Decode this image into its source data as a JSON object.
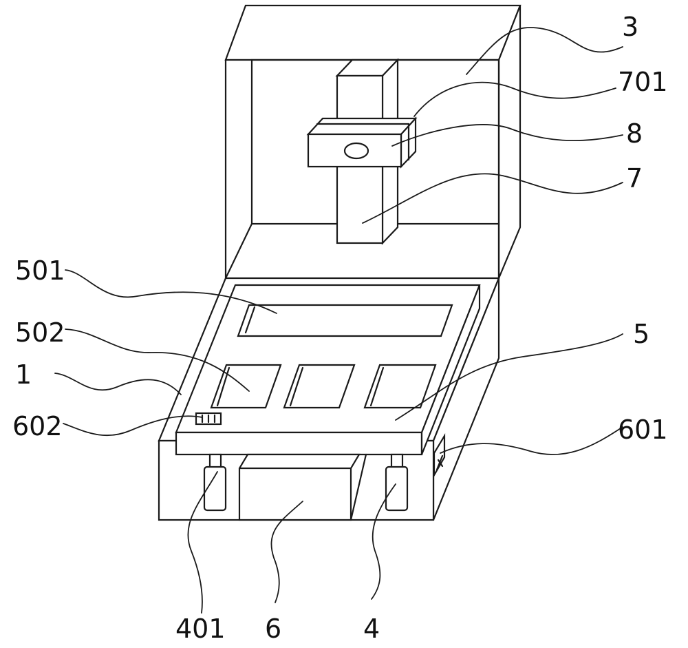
{
  "labels": {
    "l3": "3",
    "l701": "701",
    "l8": "8",
    "l7": "7",
    "l501": "501",
    "l502": "502",
    "l5": "5",
    "l1": "1",
    "l602": "602",
    "l601": "601",
    "l401": "401",
    "l6": "6",
    "l4": "4"
  }
}
